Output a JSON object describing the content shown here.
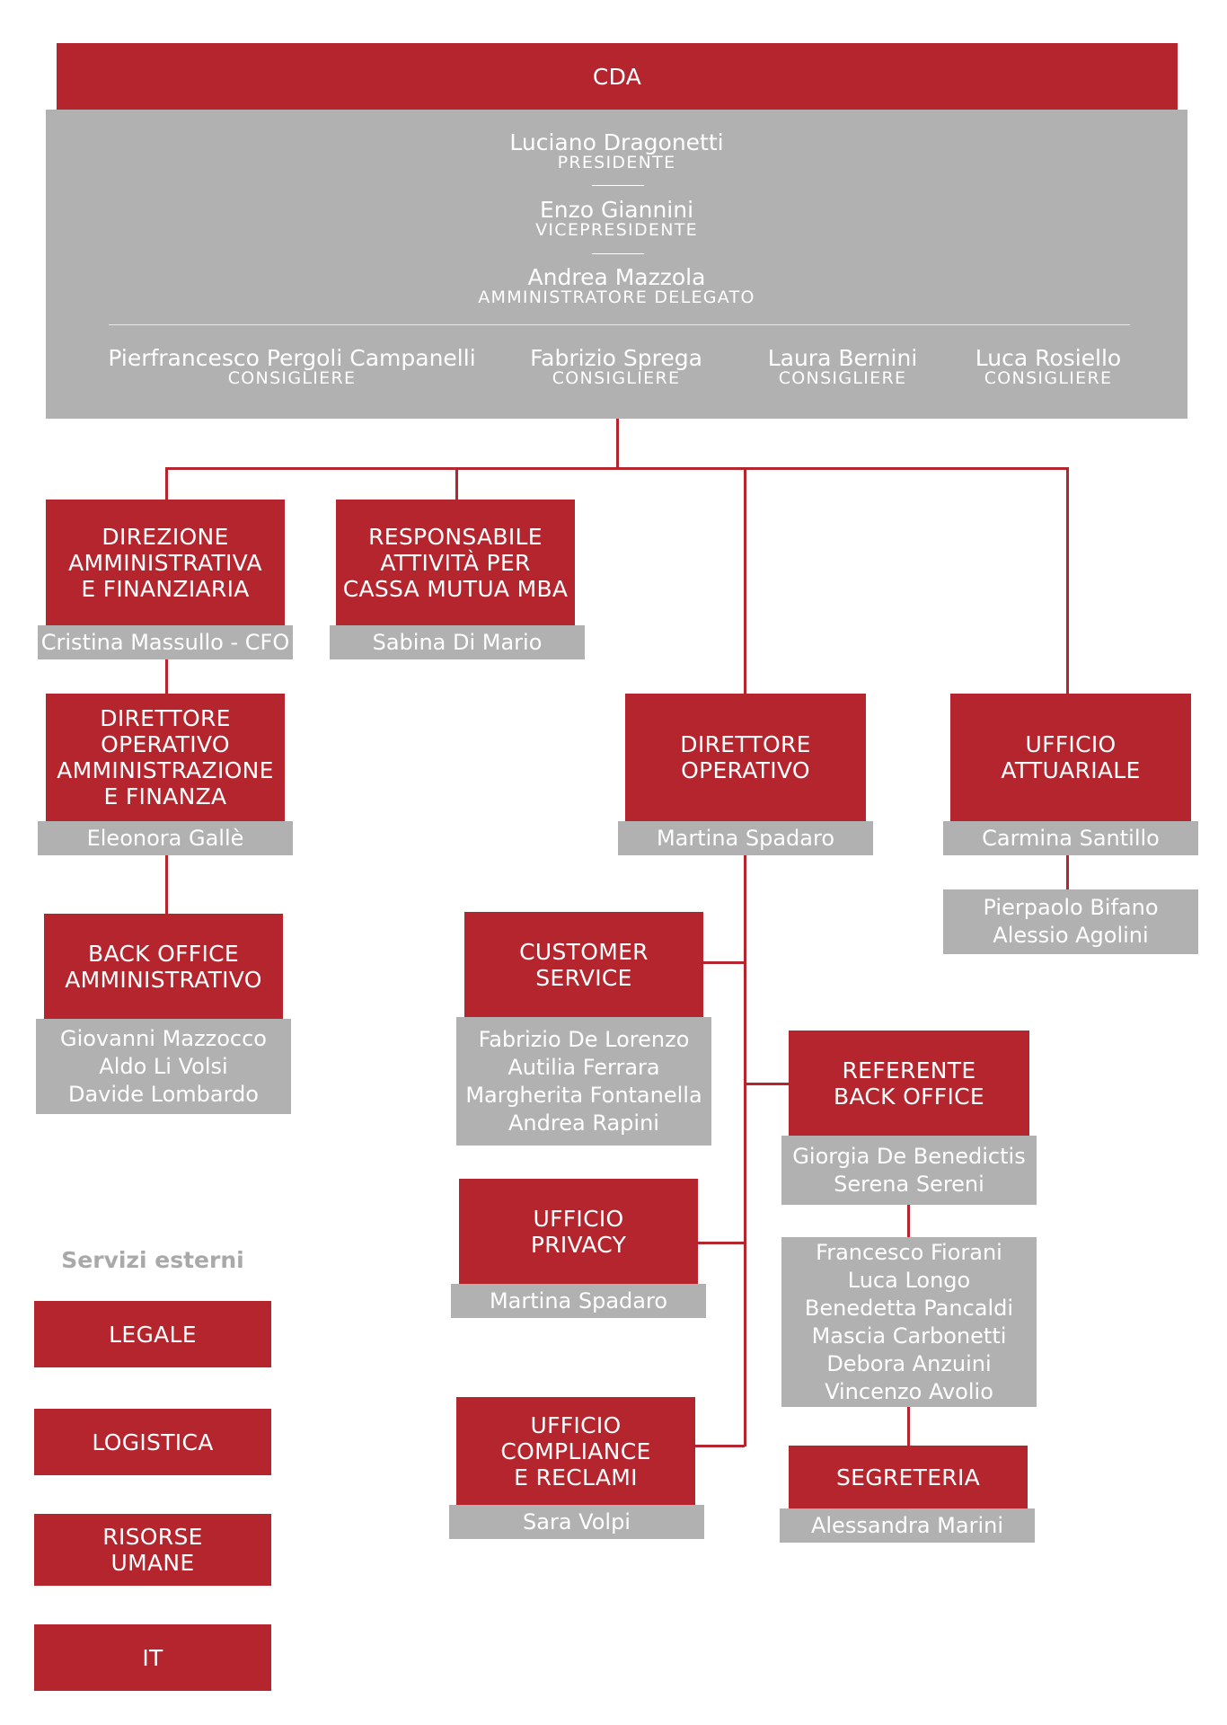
{
  "cda": {
    "title": "CDA",
    "executives": [
      {
        "name": "Luciano Dragonetti",
        "role": "PRESIDENTE"
      },
      {
        "name": "Enzo Giannini",
        "role": "VICEPRESIDENTE"
      },
      {
        "name": "Andrea Mazzola",
        "role": "AMMINISTRATORE DELEGATO"
      }
    ],
    "members": [
      {
        "name": "Pierfrancesco Pergoli Campanelli",
        "role": "CONSIGLIERE"
      },
      {
        "name": "Fabrizio Sprega",
        "role": "CONSIGLIERE"
      },
      {
        "name": "Laura Bernini",
        "role": "CONSIGLIERE"
      },
      {
        "name": "Luca Rosiello",
        "role": "CONSIGLIERE"
      }
    ]
  },
  "units": {
    "dir_amm": {
      "title": "DIREZIONE\nAMMINISTRATIVA\nE FINANZIARIA",
      "people": [
        "Cristina Massullo - CFO"
      ]
    },
    "resp_cassa": {
      "title": "RESPONSABILE\nATTIVITÀ PER\nCASSA MUTUA MBA",
      "people": [
        "Sabina Di Mario"
      ]
    },
    "dir_op_amm": {
      "title": "DIRETTORE\nOPERATIVO\nAMMINISTRAZIONE\nE FINANZA",
      "people": [
        "Eleonora Gallè"
      ]
    },
    "back_office_amm": {
      "title": "BACK OFFICE\nAMMINISTRATIVO",
      "people": [
        "Giovanni Mazzocco",
        "Aldo Li Volsi",
        "Davide Lombardo"
      ]
    },
    "dir_op": {
      "title": "DIRETTORE\nOPERATIVO",
      "people": [
        "Martina Spadaro"
      ]
    },
    "uff_attuariale": {
      "title": "UFFICIO\nATTUARIALE",
      "people": [
        "Carmina Santillo"
      ],
      "staff": [
        "Pierpaolo Bifano",
        "Alessio Agolini"
      ]
    },
    "customer_service": {
      "title": "CUSTOMER\nSERVICE",
      "people": [
        "Fabrizio De Lorenzo",
        "Autilia Ferrara",
        "Margherita Fontanella",
        "Andrea Rapini"
      ]
    },
    "referente_bo": {
      "title": "REFERENTE\nBACK OFFICE",
      "people": [
        "Giorgia De Benedictis",
        "Serena Sereni"
      ],
      "staff": [
        "Francesco Fiorani",
        "Luca Longo",
        "Benedetta Pancaldi",
        "Mascia Carbonetti",
        "Debora Anzuini",
        "Vincenzo Avolio"
      ]
    },
    "uff_privacy": {
      "title": "UFFICIO\nPRIVACY",
      "people": [
        "Martina Spadaro"
      ]
    },
    "uff_compliance": {
      "title": "UFFICIO\nCOMPLIANCE\nE RECLAMI",
      "people": [
        "Sara Volpi"
      ]
    },
    "segreteria": {
      "title": "SEGRETERIA",
      "people": [
        "Alessandra Marini"
      ]
    }
  },
  "external_services": {
    "title": "Servizi esterni",
    "items": [
      "LEGALE",
      "LOGISTICA",
      "RISORSE\nUMANE",
      "IT"
    ]
  }
}
